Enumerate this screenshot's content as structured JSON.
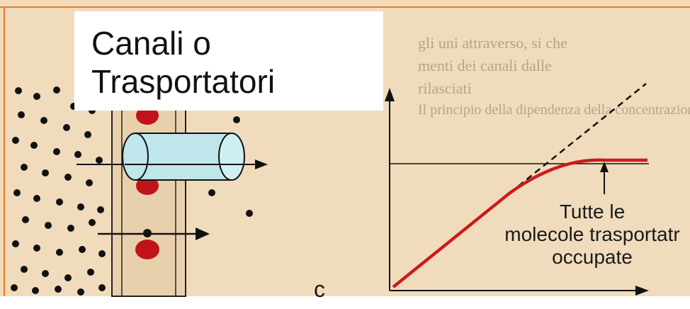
{
  "overlay": {
    "line1": "Canali o",
    "line2": "Trasportatori"
  },
  "graph": {
    "x_label": "c",
    "saturation_annotation": [
      "Tutte le",
      "molecole trasportatr",
      "occupate"
    ]
  },
  "background_text": {
    "lines": [
      "gli uni attraverso, si che",
      "menti dei canali dalle",
      "rilasciati",
      "Il principio della dipendenza della concentrazione"
    ]
  },
  "colors": {
    "paper": "#f0dcbc",
    "carrier_red": "#c0141a",
    "curve_red": "#cc1b1b",
    "channel_fill": "#bfe6ea",
    "frame_orange": "#e87a2c"
  }
}
